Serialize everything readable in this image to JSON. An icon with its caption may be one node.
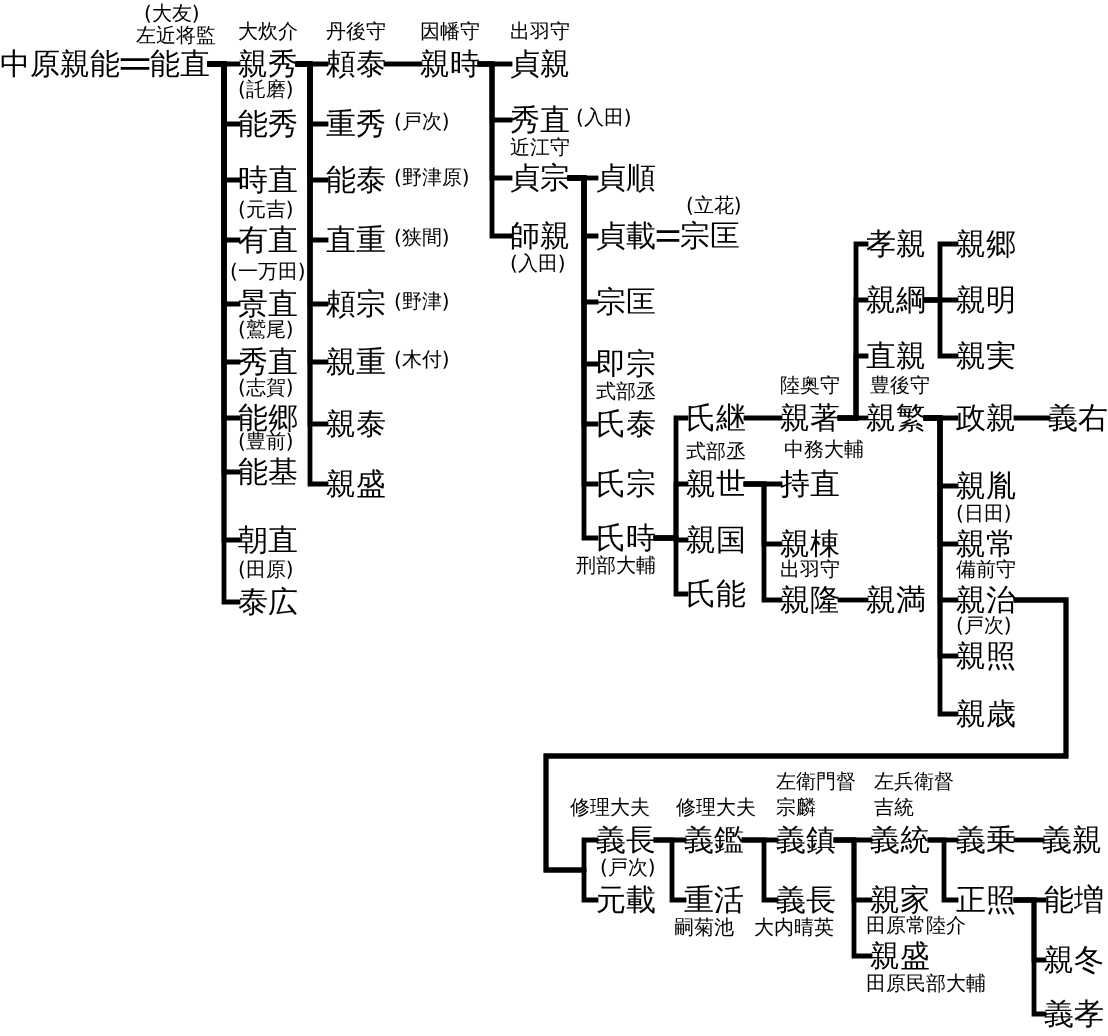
{
  "diagram": {
    "nodes": [
      {
        "text": [
          "中原親能"
        ]
      },
      {
        "text": [
          "能直"
        ],
        "beside": [
          "(大友)",
          "左近将監"
        ]
      },
      {
        "text": [
          "親秀"
        ],
        "beside": [
          "大炊介"
        ]
      },
      {
        "text": [
          "能秀"
        ],
        "beside": [
          "(託磨)"
        ]
      },
      {
        "text": [
          "時直"
        ]
      },
      {
        "text": [
          "有直"
        ],
        "beside": [
          "(元吉)"
        ]
      },
      {
        "text": [
          "景直"
        ],
        "beside": [
          "(一万田)"
        ]
      },
      {
        "text": [
          "秀直"
        ],
        "beside": [
          "(鷲尾)"
        ]
      },
      {
        "text": [
          "能郷"
        ],
        "beside": [
          "(志賀)"
        ]
      },
      {
        "text": [
          "能基"
        ],
        "beside": [
          "(豊前)"
        ]
      },
      {
        "text": [
          "朝直"
        ]
      },
      {
        "text": [
          "泰広"
        ],
        "beside": [
          "(田原)"
        ]
      },
      {
        "text": [
          "頼泰"
        ],
        "beside": [
          "丹後守"
        ]
      },
      {
        "text": [
          "重秀"
        ],
        "beside": [
          "(戸次)"
        ]
      },
      {
        "text": [
          "能泰"
        ],
        "beside": [
          "(野津原)"
        ]
      },
      {
        "text": [
          "直重"
        ],
        "beside": [
          "(狭間)"
        ]
      },
      {
        "text": [
          "頼宗"
        ],
        "beside": [
          "(野津)"
        ]
      },
      {
        "text": [
          "親重"
        ],
        "beside": [
          "(木付)"
        ]
      },
      {
        "text": [
          "親泰"
        ]
      },
      {
        "text": [
          "親盛"
        ]
      },
      {
        "text": [
          "親時"
        ],
        "beside": [
          "因幡守"
        ]
      },
      {
        "text": [
          "貞親"
        ],
        "beside": [
          "出羽守"
        ]
      },
      {
        "text": [
          "秀直"
        ],
        "beside": [
          "(入田)"
        ]
      },
      {
        "text": [
          "貞宗"
        ],
        "beside": [
          "近江守"
        ]
      },
      {
        "text": [
          "師親"
        ],
        "beside": [
          "(入田)"
        ]
      },
      {
        "text": [
          "貞順"
        ]
      },
      {
        "text": [
          "貞載"
        ]
      },
      {
        "text": [
          "宗匡"
        ],
        "beside": [
          "(立花)"
        ]
      },
      {
        "text": [
          "宗匡"
        ]
      },
      {
        "text": [
          "即宗"
        ]
      },
      {
        "text": [
          "氏泰"
        ],
        "beside": [
          "式部丞"
        ]
      },
      {
        "text": [
          "氏宗"
        ]
      },
      {
        "text": [
          "氏時"
        ],
        "beside": [
          "刑部大輔"
        ]
      },
      {
        "text": [
          "氏継"
        ]
      },
      {
        "text": [
          "親世"
        ],
        "beside": [
          "式部丞"
        ]
      },
      {
        "text": [
          "親国"
        ]
      },
      {
        "text": [
          "氏能"
        ]
      },
      {
        "text": [
          "親著"
        ],
        "beside": [
          "陸奥守"
        ]
      },
      {
        "text": [
          "持直"
        ],
        "beside": [
          "中務大輔"
        ]
      },
      {
        "text": [
          "親棟"
        ]
      },
      {
        "text": [
          "親隆"
        ],
        "beside": [
          "出羽守"
        ]
      },
      {
        "text": [
          "孝親"
        ]
      },
      {
        "text": [
          "親綱"
        ]
      },
      {
        "text": [
          "直親"
        ]
      },
      {
        "text": [
          "親繁"
        ],
        "beside": [
          "豊後守"
        ]
      },
      {
        "text": [
          "親満"
        ]
      },
      {
        "text": [
          "親郷"
        ]
      },
      {
        "text": [
          "親明"
        ]
      },
      {
        "text": [
          "親実"
        ]
      },
      {
        "text": [
          "政親"
        ]
      },
      {
        "text": [
          "親胤"
        ]
      },
      {
        "text": [
          "親常"
        ],
        "beside": [
          "(日田)"
        ]
      },
      {
        "text": [
          "親治"
        ],
        "beside": [
          "備前守"
        ]
      },
      {
        "text": [
          "親照"
        ],
        "beside": [
          "(戸次)"
        ]
      },
      {
        "text": [
          "親歳"
        ]
      },
      {
        "text": [
          "義右"
        ]
      },
      {
        "text": [
          "義長"
        ],
        "beside": [
          "修理大夫"
        ]
      },
      {
        "text": [
          "元載"
        ],
        "beside": [
          "(戸次)"
        ]
      },
      {
        "text": [
          "義鑑"
        ],
        "beside": [
          "修理大夫"
        ]
      },
      {
        "text": [
          "重活"
        ],
        "beside": [
          "嗣菊池"
        ]
      },
      {
        "text": [
          "義鎮"
        ],
        "beside": [
          "左衛門督",
          "宗麟"
        ]
      },
      {
        "text": [
          "義長"
        ],
        "beside": [
          "大内晴英"
        ]
      },
      {
        "text": [
          "義統"
        ],
        "beside": [
          "左兵衛督",
          "吉統"
        ]
      },
      {
        "text": [
          "親家"
        ],
        "beside": [
          "田原常陸介"
        ]
      },
      {
        "text": [
          "親盛"
        ],
        "beside": [
          "田原民部大輔"
        ]
      },
      {
        "text": [
          "義乗"
        ]
      },
      {
        "text": [
          "正照"
        ]
      },
      {
        "text": [
          "義親"
        ]
      },
      {
        "text": [
          "能増"
        ]
      },
      {
        "text": [
          "親冬"
        ]
      },
      {
        "text": [
          "義孝"
        ]
      }
    ],
    "edges": [
      {
        "from": 0,
        "to": 1,
        "arrow": "none"
      },
      {
        "from": 1,
        "to": 2,
        "arrow": "none"
      },
      {
        "from": 1,
        "to": 3,
        "arrow": "none"
      },
      {
        "from": 1,
        "to": 4,
        "arrow": "none"
      },
      {
        "from": 1,
        "to": 5,
        "arrow": "none"
      },
      {
        "from": 1,
        "to": 6,
        "arrow": "none"
      },
      {
        "from": 1,
        "to": 7,
        "arrow": "none"
      },
      {
        "from": 1,
        "to": 8,
        "arrow": "none"
      },
      {
        "from": 1,
        "to": 9,
        "arrow": "none"
      },
      {
        "from": 1,
        "to": 10,
        "arrow": "none"
      },
      {
        "from": 1,
        "to": 11,
        "arrow": "none"
      },
      {
        "from": 2,
        "to": 12,
        "arrow": "none"
      },
      {
        "from": 2,
        "to": 13,
        "arrow": "none"
      },
      {
        "from": 2,
        "to": 14,
        "arrow": "none"
      },
      {
        "from": 2,
        "to": 15,
        "arrow": "none"
      },
      {
        "from": 2,
        "to": 16,
        "arrow": "none"
      },
      {
        "from": 2,
        "to": 17,
        "arrow": "none"
      },
      {
        "from": 2,
        "to": 18,
        "arrow": "none"
      },
      {
        "from": 2,
        "to": 19,
        "arrow": "none"
      },
      {
        "from": 12,
        "to": 20,
        "arrow": "none"
      },
      {
        "from": 20,
        "to": 21,
        "arrow": "none"
      },
      {
        "from": 20,
        "to": 22,
        "arrow": "none"
      },
      {
        "from": 20,
        "to": 23,
        "arrow": "none"
      },
      {
        "from": 20,
        "to": 24,
        "arrow": "none"
      },
      {
        "from": 23,
        "to": 25,
        "arrow": "none"
      },
      {
        "from": 23,
        "to": 26,
        "arrow": "none"
      },
      {
        "from": 23,
        "to": 28,
        "arrow": "none"
      },
      {
        "from": 23,
        "to": 29,
        "arrow": "none"
      },
      {
        "from": 23,
        "to": 30,
        "arrow": "none"
      },
      {
        "from": 23,
        "to": 31,
        "arrow": "none"
      },
      {
        "from": 23,
        "to": 32,
        "arrow": "none"
      },
      {
        "from": 26,
        "to": 27,
        "arrow": "none"
      },
      {
        "from": 32,
        "to": 33,
        "arrow": "none"
      },
      {
        "from": 32,
        "to": 34,
        "arrow": "none"
      },
      {
        "from": 32,
        "to": 35,
        "arrow": "none"
      },
      {
        "from": 32,
        "to": 36,
        "arrow": "none"
      },
      {
        "from": 33,
        "to": 37,
        "arrow": "none"
      },
      {
        "from": 34,
        "to": 38,
        "arrow": "none"
      },
      {
        "from": 34,
        "to": 39,
        "arrow": "none"
      },
      {
        "from": 34,
        "to": 40,
        "arrow": "none"
      },
      {
        "from": 37,
        "to": 41,
        "arrow": "none"
      },
      {
        "from": 37,
        "to": 42,
        "arrow": "none"
      },
      {
        "from": 37,
        "to": 43,
        "arrow": "none"
      },
      {
        "from": 37,
        "to": 44,
        "arrow": "none"
      },
      {
        "from": 40,
        "to": 45,
        "arrow": "none"
      },
      {
        "from": 42,
        "to": 46,
        "arrow": "none"
      },
      {
        "from": 42,
        "to": 47,
        "arrow": "none"
      },
      {
        "from": 42,
        "to": 48,
        "arrow": "none"
      },
      {
        "from": 44,
        "to": 49,
        "arrow": "none"
      },
      {
        "from": 44,
        "to": 50,
        "arrow": "none"
      },
      {
        "from": 44,
        "to": 51,
        "arrow": "none"
      },
      {
        "from": 44,
        "to": 52,
        "arrow": "none"
      },
      {
        "from": 44,
        "to": 53,
        "arrow": "none"
      },
      {
        "from": 44,
        "to": 54,
        "arrow": "none"
      },
      {
        "from": 49,
        "to": 55,
        "arrow": "none"
      },
      {
        "from": 52,
        "to": 56,
        "arrow": "none"
      },
      {
        "from": 52,
        "to": 57,
        "arrow": "none"
      },
      {
        "from": 56,
        "to": 58,
        "arrow": "none"
      },
      {
        "from": 56,
        "to": 59,
        "arrow": "none"
      },
      {
        "from": 58,
        "to": 60,
        "arrow": "none"
      },
      {
        "from": 58,
        "to": 61,
        "arrow": "none"
      },
      {
        "from": 60,
        "to": 62,
        "arrow": "none"
      },
      {
        "from": 60,
        "to": 63,
        "arrow": "none"
      },
      {
        "from": 60,
        "to": 64,
        "arrow": "none"
      },
      {
        "from": 62,
        "to": 65,
        "arrow": "none"
      },
      {
        "from": 62,
        "to": 66,
        "arrow": "none"
      },
      {
        "from": 65,
        "to": 67,
        "arrow": "none"
      },
      {
        "from": 66,
        "to": 68,
        "arrow": "none"
      },
      {
        "from": 66,
        "to": 69,
        "arrow": "none"
      },
      {
        "from": 66,
        "to": 70,
        "arrow": "none"
      }
    ]
  }
}
